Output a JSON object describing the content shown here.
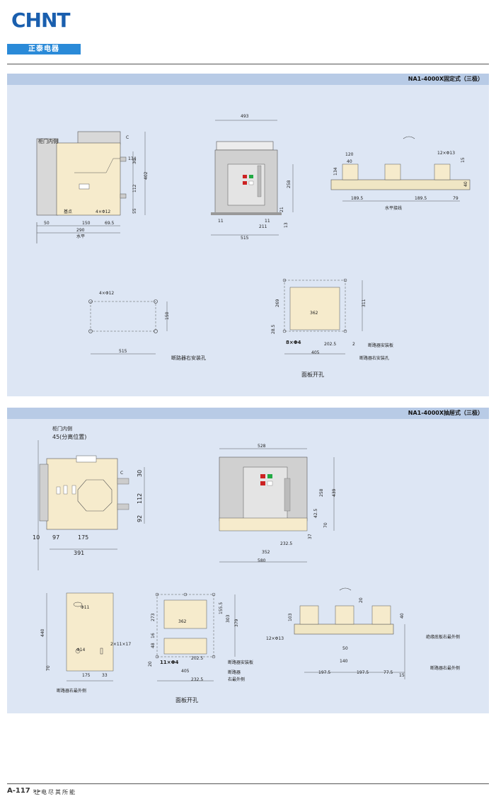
{
  "brand": {
    "logo_text": "CHNT",
    "logo_subtitle": "正泰电器"
  },
  "panel1": {
    "title": "NA1-4000X固定式（三极）",
    "side": {
      "cabinet_label": "柜门内侧",
      "base_label": "基点",
      "holes": "4×Φ12",
      "dims": [
        "50",
        "150",
        "69.5",
        "290",
        "402",
        "134",
        "30",
        "112",
        "55"
      ],
      "c": "C",
      "axis": "水平"
    },
    "front": {
      "dims": [
        "493",
        "258",
        "21",
        "211",
        "13",
        "11",
        "11",
        "515"
      ]
    },
    "busbar": {
      "dims": [
        "120",
        "40",
        "134",
        "189.5",
        "189.5",
        "79",
        "15",
        "40"
      ],
      "holes": "12×Φ13",
      "label": "水平接线"
    },
    "mount": {
      "holes": "4×Φ12",
      "dims": [
        "150",
        "515"
      ],
      "label": "断路器右安装孔"
    },
    "cutout": {
      "dims": [
        "269",
        "362",
        "311",
        "28.5",
        "202.5",
        "2",
        "405"
      ],
      "holes": "8×Φ4",
      "label_panel": "断路器安装板",
      "label_hole": "断路器右安装孔",
      "caption": "面板开孔"
    }
  },
  "panel2": {
    "title": "NA1-4000X抽屉式（三极）",
    "side": {
      "cabinet_label": "柜门内侧",
      "isolate": "45(分离位置)",
      "c": "C",
      "dims": [
        "30",
        "112",
        "92",
        "10",
        "97",
        "175",
        "391"
      ]
    },
    "front": {
      "dims": [
        "528",
        "258",
        "439",
        "42.5",
        "70",
        "37",
        "232.5",
        "352",
        "580"
      ]
    },
    "mount": {
      "dims": [
        "Φ11",
        "440",
        "Φ14",
        "2×11×17",
        "70",
        "175",
        "33"
      ],
      "label": "断路器右最外侧"
    },
    "cutout": {
      "dims": [
        "273",
        "362",
        "155.5",
        "303",
        "379",
        "48",
        "16",
        "11×Φ4",
        "20",
        "202.5",
        "405",
        "232.5"
      ],
      "label_panel": "断路器安装板",
      "label_side_1": "断路器",
      "label_side_2": "右最外侧",
      "caption": "面板开孔"
    },
    "busbar": {
      "dims": [
        "20",
        "103",
        "40",
        "50",
        "140",
        "197.5",
        "197.5",
        "77.5",
        "15"
      ],
      "holes": "12×Φ13",
      "label_insulator": "绝缘底板右最外侧",
      "label_breaker": "断路器右最外侧"
    }
  },
  "footer": {
    "page": "A-117",
    "arrows": ">>",
    "slogan": "让电尽其所能"
  },
  "colors": {
    "panel_bg": "#dde6f4",
    "header_bg": "#b8cbe6",
    "part_fill": "#f6ebcc",
    "brand_blue": "#1a5fae"
  }
}
